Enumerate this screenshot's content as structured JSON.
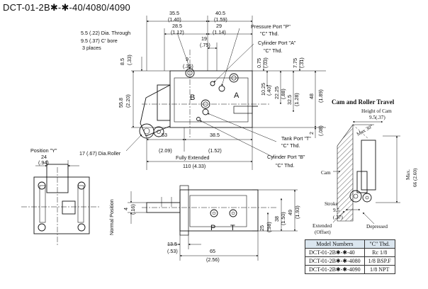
{
  "title": "DCT-01-2B✱-✱-40/4080/4090",
  "top_view": {
    "dims_top": [
      "35.5",
      "(1.40)",
      "40.5",
      "(1.59)",
      "28.5",
      "(1.12)",
      "29",
      "(1.14)",
      "19",
      "(.75)"
    ],
    "dims_left": [
      "8.5",
      "(.33)",
      "55.8",
      "(2.20)"
    ],
    "dims_inner": [
      "9",
      "(.35)",
      "0.75",
      "(.03)",
      "7.75",
      "(.31)"
    ],
    "dims_right": [
      "10.25",
      "(.40)",
      "22.25",
      "(.88)",
      "32.5",
      "(1.28)",
      "48",
      "(1.89)",
      "2",
      "(.08)"
    ],
    "dims_bottom": [
      "53",
      "(2.09)",
      "38.5",
      "(1.52)",
      "110 (4.33)"
    ],
    "port_letters": [
      "B",
      "A"
    ],
    "callouts": {
      "through_hole_1": "5.5 (.22) Dia. Through",
      "through_hole_2": "9.5 (.37) C' bore",
      "through_hole_3": "3 places",
      "pressure_port": "Pressure Port \"P\"",
      "pressure_thd": "\"C\" Thd.",
      "cyl_a": "Cylinder Port \"A\"",
      "cyl_a_thd": "\"C\" Thd.",
      "tank_port": "Tank Port \"T\"",
      "tank_thd": "\"C\" Thd.",
      "cyl_b": "Cylinder Port \"B\"",
      "cyl_b_thd": "\"C\" Thd.",
      "roller": "17 (.67) Dia.Roller",
      "fully_extended": "Fully Extended"
    }
  },
  "position_view": {
    "label": "Position \"Y\"",
    "dim": "24",
    "dim_in": "(.94)"
  },
  "front_view": {
    "normal_position": "Normal Position",
    "port_p": "P",
    "port_t": "T",
    "dims_left": [
      "4",
      "(.16)"
    ],
    "dims_right": [
      "25",
      "(.98)",
      "38",
      "(1.50)",
      "49",
      "(1.93)"
    ],
    "dims_bottom": [
      "13.5",
      "(.53)",
      "65",
      "(2.56)"
    ]
  },
  "cam_travel": {
    "heading": "Cam and Roller Travel",
    "height_of_cam": "Height of Cam",
    "h_dim": "9.5(.37)",
    "angle": "Max 30°",
    "cam": "Cam",
    "max": "Max.",
    "max_dim": "66 (2.60)",
    "stroke": "Stroke",
    "stroke_dim": "9.5",
    "stroke_in": "(.37)",
    "extended": "Extended",
    "offset": "(Offset)",
    "depressed": "Depressed"
  },
  "model_table": {
    "headers": [
      "Model Numbers",
      "\"C\" Thd."
    ],
    "rows": [
      [
        "DCT-01-2B✱-✱-40",
        "Rc 1/8"
      ],
      [
        "DCT-01-2B✱-✱-4080",
        "1/8 BSP.F"
      ],
      [
        "DCT-01-2B✱-✱-4090",
        "1/8 NPT"
      ]
    ]
  }
}
